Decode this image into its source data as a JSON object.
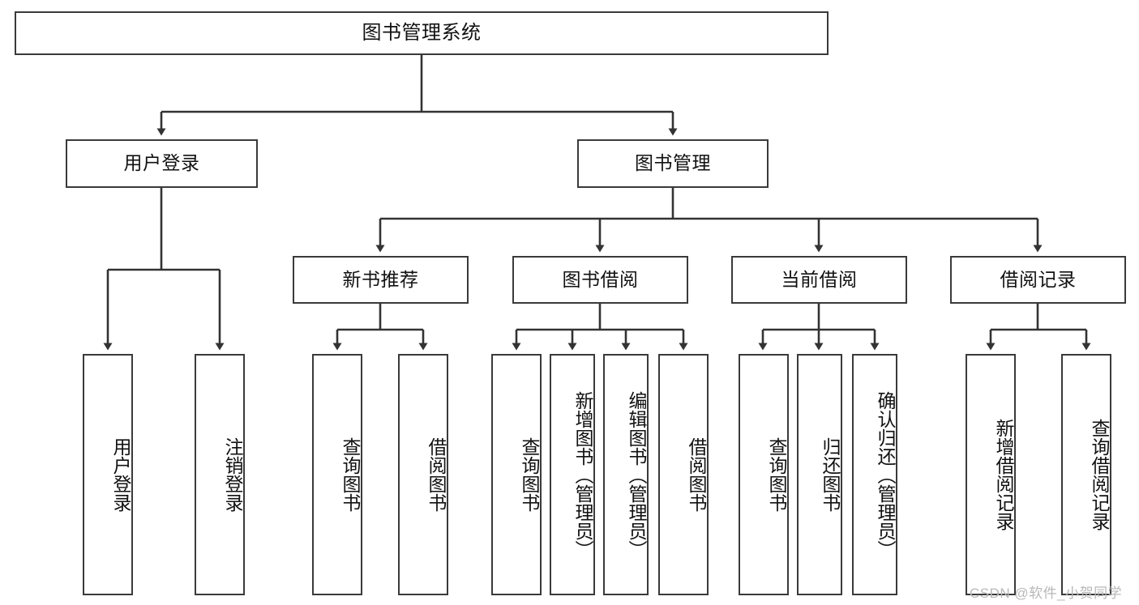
{
  "diagram": {
    "title": "图书管理系统",
    "type": "hierarchy-tree",
    "watermark": "CSDN @软件_小贺同学",
    "colors": {
      "box_border": "#3a3a3a",
      "box_fill": "#ffffff",
      "connector": "#333333",
      "text": "#111111",
      "watermark": "#b8b8b8"
    },
    "levels": {
      "root": {
        "label": "图书管理系统"
      },
      "level2": [
        {
          "label": "用户登录"
        },
        {
          "label": "图书管理"
        }
      ],
      "level3": [
        {
          "label": "新书推荐"
        },
        {
          "label": "图书借阅"
        },
        {
          "label": "当前借阅"
        },
        {
          "label": "借阅记录"
        }
      ],
      "leaves": {
        "user_login": [
          {
            "label": "用户登录"
          },
          {
            "label": "注销登录"
          }
        ],
        "new_book_recommend": [
          {
            "label": "查询图书"
          },
          {
            "label": "借阅图书"
          }
        ],
        "book_borrow": [
          {
            "label": "查询图书"
          },
          {
            "label": "新增图书（管理员）"
          },
          {
            "label": "编辑图书（管理员）"
          },
          {
            "label": "借阅图书"
          }
        ],
        "current_borrow": [
          {
            "label": "查询图书"
          },
          {
            "label": "归还图书"
          },
          {
            "label": "确认归还（管理员）"
          }
        ],
        "borrow_record": [
          {
            "label": "新增借阅记录"
          },
          {
            "label": "查询借阅记录"
          }
        ]
      }
    }
  }
}
